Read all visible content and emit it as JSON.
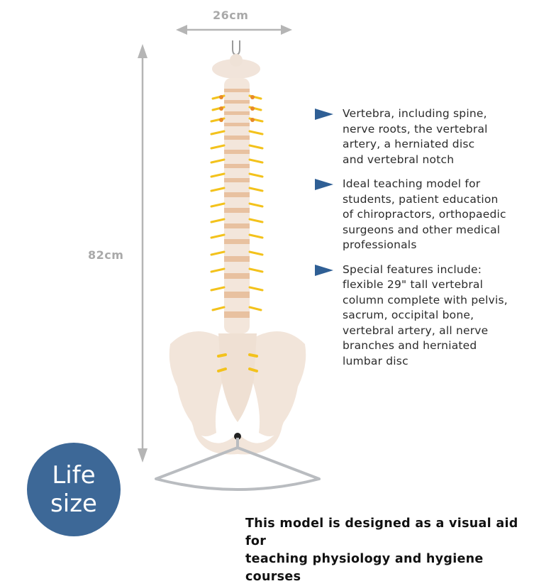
{
  "dimensions": {
    "width_label": "26cm",
    "height_label": "82cm",
    "arrow_color": "#b5b5b5"
  },
  "product_image": {
    "subject": "spine-model-with-pelvis-on-stand",
    "bone_color": "#f3e6db",
    "disc_color": "#e9c3a4",
    "nerve_color": "#f5c518",
    "stand_color": "#b9bcc0"
  },
  "features": {
    "bullet_color": "#2f5f95",
    "items": [
      {
        "text": "Vertebra, including spine,\nnerve roots, the vertebral\nartery, a herniated disc\nand vertebral notch"
      },
      {
        "text": "Ideal teaching model for\nstudents, patient education\nof chiropractors, orthopaedic\nsurgeons and other medical\nprofessionals"
      },
      {
        "text": "Special features include:\nflexible 29\" tall vertebral\ncolumn complete with pelvis,\nsacrum, occipital bone,\nvertebral artery, all nerve\nbranches and herniated\nlumbar disc"
      }
    ]
  },
  "badge": {
    "line1": "Life",
    "line2": "size",
    "color": "#3d6897"
  },
  "footer": {
    "text": "This model is designed as a visual aid for\nteaching physiology and hygiene courses"
  }
}
